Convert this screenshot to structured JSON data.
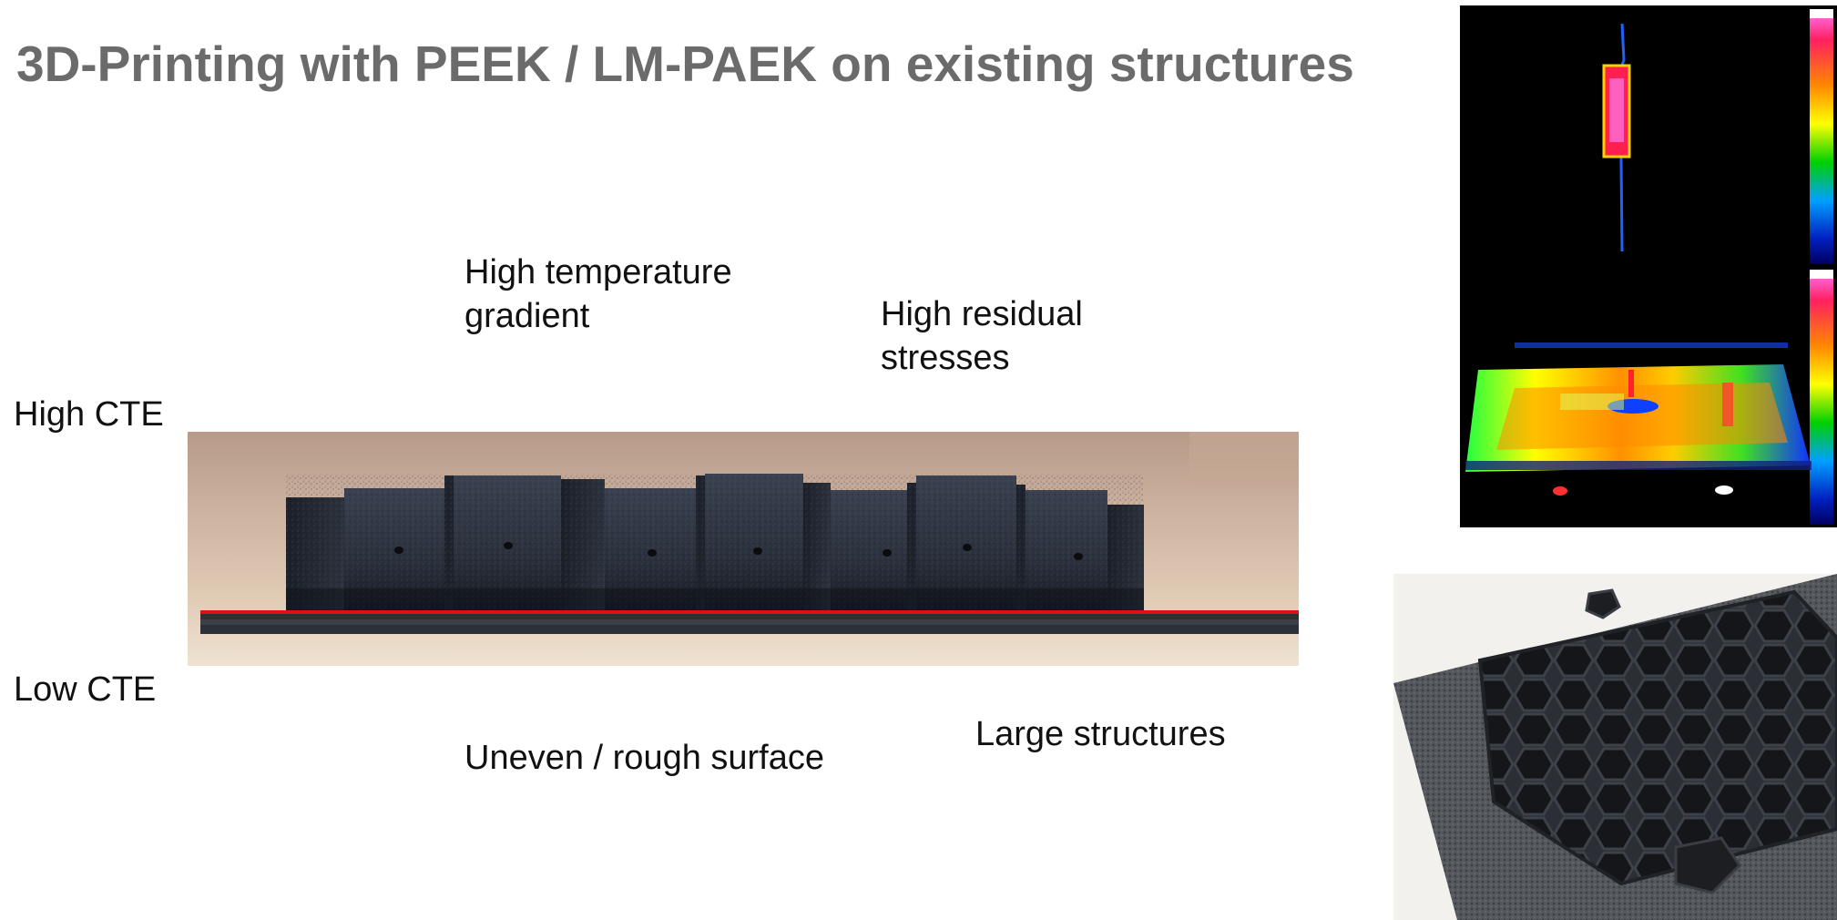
{
  "slide": {
    "title": "3D-Printing with PEEK / LM-PAEK on existing structures",
    "labels": {
      "high_temp_line1": "High temperature",
      "high_temp_line2": "gradient",
      "residual_line1": "High residual",
      "residual_line2": "stresses",
      "high_cte": "High CTE",
      "low_cte": "Low CTE",
      "uneven": "Uneven / rough surface",
      "large": "Large structures"
    }
  },
  "colors": {
    "title": "#6b6b6b",
    "red_line": "#e01010"
  }
}
